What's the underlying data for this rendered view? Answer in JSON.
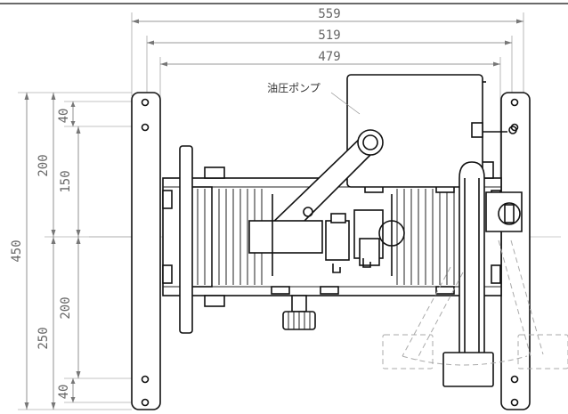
{
  "dimensions": {
    "width_overall": "559",
    "width_middle": "519",
    "width_inner": "479",
    "height_overall": "450",
    "height_upper": "200",
    "height_lower": "250",
    "height_upper_inner": "150",
    "height_lower_inner": "200",
    "hole_offset_top": "40",
    "hole_offset_bottom": "40"
  },
  "labels": {
    "pump": "油圧ポンプ"
  }
}
